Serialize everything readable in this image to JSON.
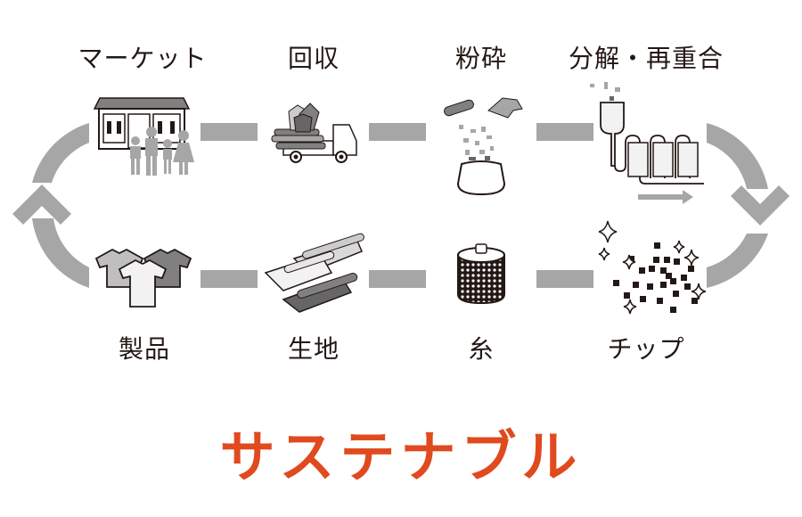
{
  "diagram": {
    "title": "サステナブル",
    "title_color": "#E04A1F",
    "connector_color": "#A6A6A6",
    "flow_direction": "clockwise",
    "top_row": [
      {
        "id": "market",
        "label": "マーケット",
        "icon": "store-with-family-icon"
      },
      {
        "id": "collection",
        "label": "回収",
        "icon": "truck-with-clothes-icon"
      },
      {
        "id": "crushing",
        "label": "粉砕",
        "icon": "crushing-into-bin-icon"
      },
      {
        "id": "decomposition",
        "label": "分解・再重合",
        "icon": "chemical-plant-icon"
      }
    ],
    "bottom_row": [
      {
        "id": "product",
        "label": "製品",
        "icon": "tshirts-icon"
      },
      {
        "id": "fabric",
        "label": "生地",
        "icon": "fabric-rolls-icon"
      },
      {
        "id": "yarn",
        "label": "糸",
        "icon": "yarn-spool-icon"
      },
      {
        "id": "chips",
        "label": "チップ",
        "icon": "sparkling-chips-icon"
      }
    ],
    "sequence": [
      "マーケット",
      "回収",
      "粉砕",
      "分解・再重合",
      "チップ",
      "糸",
      "生地",
      "製品"
    ]
  }
}
